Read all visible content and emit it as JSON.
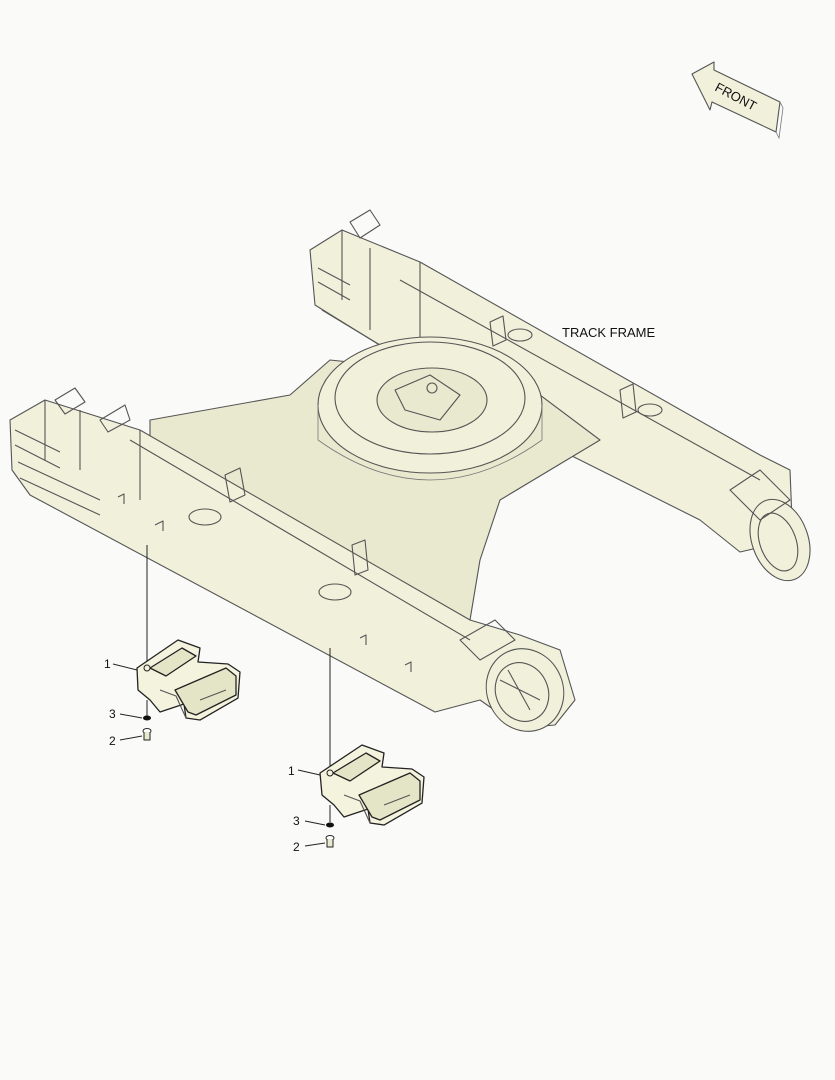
{
  "labels": {
    "front": "FRONT",
    "track_frame": "TRACK FRAME"
  },
  "callouts": {
    "upper_guard": {
      "part": "1",
      "washer": "3",
      "bolt": "2"
    },
    "lower_guard": {
      "part": "1",
      "washer": "3",
      "bolt": "2"
    }
  },
  "colors": {
    "frame_fill": "#f1f1db",
    "line": "#555555",
    "part_outline": "#222222"
  }
}
